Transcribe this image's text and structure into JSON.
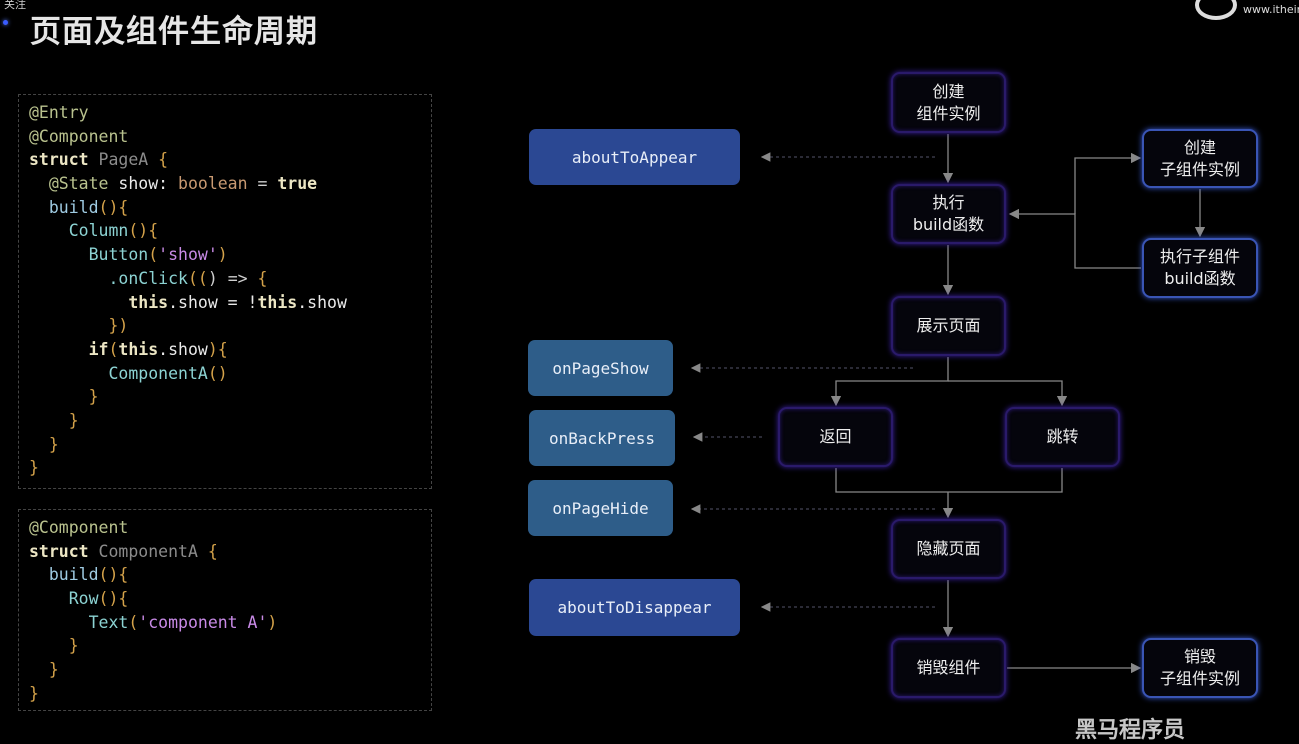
{
  "header": {
    "title": "页面及组件生命周期",
    "follow": "关注"
  },
  "logo": {
    "text": "www.itheir"
  },
  "watermark": {
    "text": "黑马程序员"
  },
  "code_page": [
    [
      [
        "@Entry",
        "dec"
      ]
    ],
    [
      [
        "@Component",
        "dec"
      ]
    ],
    [
      [
        "struct ",
        "kw"
      ],
      [
        "PageA ",
        "ty"
      ],
      [
        "{",
        "br"
      ]
    ],
    [
      [
        "  @State ",
        "dec"
      ],
      [
        "show: ",
        "id"
      ],
      [
        "boolean ",
        "tp"
      ],
      [
        "= ",
        "op"
      ],
      [
        "true",
        "kw"
      ]
    ],
    [
      [
        "  build",
        "fn"
      ],
      [
        "(){",
        "br"
      ]
    ],
    [
      [
        "    Column",
        "cl"
      ],
      [
        "(){",
        "br"
      ]
    ],
    [
      [
        "      Button",
        "cl"
      ],
      [
        "(",
        "br"
      ],
      [
        "'show'",
        "str"
      ],
      [
        ")",
        "br"
      ]
    ],
    [
      [
        "        .onClick",
        "cl"
      ],
      [
        "((",
        "br"
      ],
      [
        ") => ",
        "op"
      ],
      [
        "{",
        "br"
      ]
    ],
    [
      [
        "          this",
        "kw"
      ],
      [
        ".show = !",
        "id"
      ],
      [
        "this",
        "kw"
      ],
      [
        ".show",
        "id"
      ]
    ],
    [
      [
        "        })",
        "br"
      ]
    ],
    [
      [
        "      if",
        "kw"
      ],
      [
        "(",
        "br"
      ],
      [
        "this",
        "kw"
      ],
      [
        ".show",
        "id"
      ],
      [
        "){",
        "br"
      ]
    ],
    [
      [
        "        ComponentA",
        "cl"
      ],
      [
        "()",
        "br"
      ]
    ],
    [
      [
        "      }",
        "br"
      ]
    ],
    [
      [
        "    }",
        "br"
      ]
    ],
    [
      [
        "  }",
        "br"
      ]
    ],
    [
      [
        "}",
        "br"
      ]
    ]
  ],
  "code_component": [
    [
      [
        "@Component",
        "dec"
      ]
    ],
    [
      [
        "struct ",
        "kw"
      ],
      [
        "ComponentA ",
        "ty"
      ],
      [
        "{",
        "br"
      ]
    ],
    [
      [
        "  build",
        "fn"
      ],
      [
        "(){",
        "br"
      ]
    ],
    [
      [
        "    Row",
        "cl"
      ],
      [
        "(){",
        "br"
      ]
    ],
    [
      [
        "      Text",
        "cl"
      ],
      [
        "(",
        "br"
      ],
      [
        "'component A'",
        "str"
      ],
      [
        ")",
        "br"
      ]
    ],
    [
      [
        "    }",
        "br"
      ]
    ],
    [
      [
        "  }",
        "br"
      ]
    ],
    [
      [
        "}",
        "br"
      ]
    ]
  ],
  "hooks": {
    "aboutToAppear": "aboutToAppear",
    "onPageShow": "onPageShow",
    "onBackPress": "onBackPress",
    "onPageHide": "onPageHide",
    "aboutToDisappear": "aboutToDisappear"
  },
  "nodes": {
    "create": [
      "创建",
      "组件实例"
    ],
    "build": [
      "执行",
      "build函数"
    ],
    "show": [
      "展示页面"
    ],
    "back": [
      "返回"
    ],
    "jump": [
      "跳转"
    ],
    "hide": [
      "隐藏页面"
    ],
    "destroy": [
      "销毁组件"
    ],
    "child_create": [
      "创建",
      "子组件实例"
    ],
    "child_build": [
      "执行子组件",
      "build函数"
    ],
    "child_destroy": [
      "销毁",
      "子组件实例"
    ]
  },
  "colors": {
    "hook_dark": "#2b4893",
    "hook_light": "#2e5d89",
    "node_border": "#2a1a6a",
    "child_border": "#3a55b5"
  }
}
